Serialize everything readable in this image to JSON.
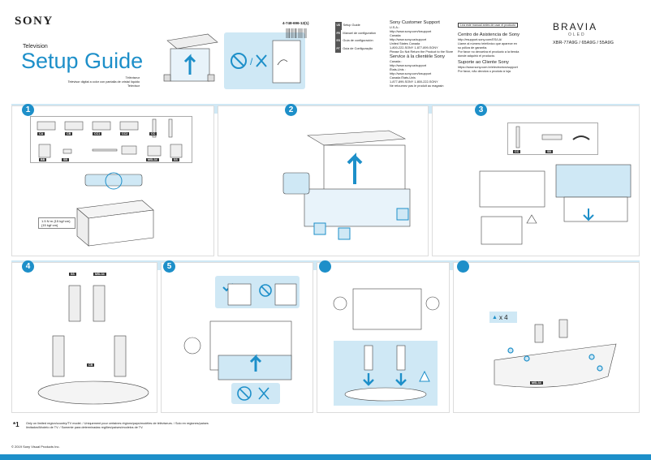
{
  "header": {
    "brand": "SONY",
    "category": "Television",
    "title": "Setup Guide",
    "subtitles": [
      "Téléviseur",
      "Televisor digital a color con pantalla de cristal líquido",
      "Televisor"
    ],
    "product_code": "4-748-696-12(1)",
    "languages": [
      {
        "code": "US",
        "label": "Setup Guide"
      },
      {
        "code": "FR",
        "label": "Manuel de configuration"
      },
      {
        "code": "ES",
        "label": "Guía de configuración"
      },
      {
        "code": "PT",
        "label": "Guia de Configuração"
      }
    ],
    "support_us": {
      "heading": "Sony Customer Support",
      "lines": [
        "U.S.A.:",
        "http://www.sony.com/tvsupport",
        "Canada:",
        "http://www.sony.ca/support"
      ],
      "phones": [
        "United States  Canada",
        "1-800-222-SONY    1-877-899-SONY"
      ],
      "note": "Please Do Not Return the Product to the Store"
    },
    "support_ca": {
      "heading": "Service à la clientèle Sony",
      "lines": [
        "Canada :",
        "http://www.sony.ca/support",
        "États-Unis :",
        "http://www.sony.com/tvsupport"
      ],
      "phones": [
        "Canada   États-Unis",
        "1-877-899-SONY   1-800-222-SONY"
      ],
      "note": "Ne retournez pas le produit au magasin"
    },
    "box_note": "Lea este manual antes de usar el producto",
    "support_es": {
      "heading": "Centro de Asistencia de Sony",
      "lines": [
        "http://esupport.sony.com/ES/LA/",
        "Llame al número telefónico que aparece en",
        "su póliza de garantía.",
        "Por favor no devuelva el producto a la tienda",
        "donde adquirió el producto."
      ]
    },
    "support_pt": {
      "heading": "Suporte ao Cliente Sony",
      "lines": [
        "https://www.sony.com.br/electronics/support",
        "Por favor, não devolva o produto à loja"
      ]
    },
    "bravia": "BRAVIA",
    "oled": "OLED",
    "models": "XBR-77A9G / 65A9G / 55A9G"
  },
  "steps": [
    {
      "number": "1",
      "parts": [
        "CA",
        "CB",
        "CC1",
        "CC2",
        "CC",
        "BB",
        "SB",
        "MSL34",
        "SS"
      ],
      "torque": [
        "1.5 N·m {15 kgf·cm}",
        "{15 kgf·cm}"
      ]
    },
    {
      "number": "2"
    },
    {
      "number": "3",
      "parts": [
        "CC",
        "SB"
      ]
    },
    {
      "number": "4",
      "parts": [
        "SS",
        "MSL34",
        "CB"
      ]
    },
    {
      "number": "5"
    },
    {
      "number": ""
    },
    {
      "number": "",
      "qty": "x 4",
      "parts": [
        "MSL34"
      ]
    }
  ],
  "footer": {
    "note_mark": "*1",
    "note": "Only on limited region/country/TV model. / Uniquement pour certaines régions/pays/modèles de téléviseurs. / Solo en regiones/países limitados/Modelo de TV. / Somente para determinadas regiões/países/modelos de TV.",
    "copyright": "© 2019 Sony Visual Products Inc."
  },
  "colors": {
    "accent": "#1d8fc9",
    "light": "#cfe8f5"
  }
}
